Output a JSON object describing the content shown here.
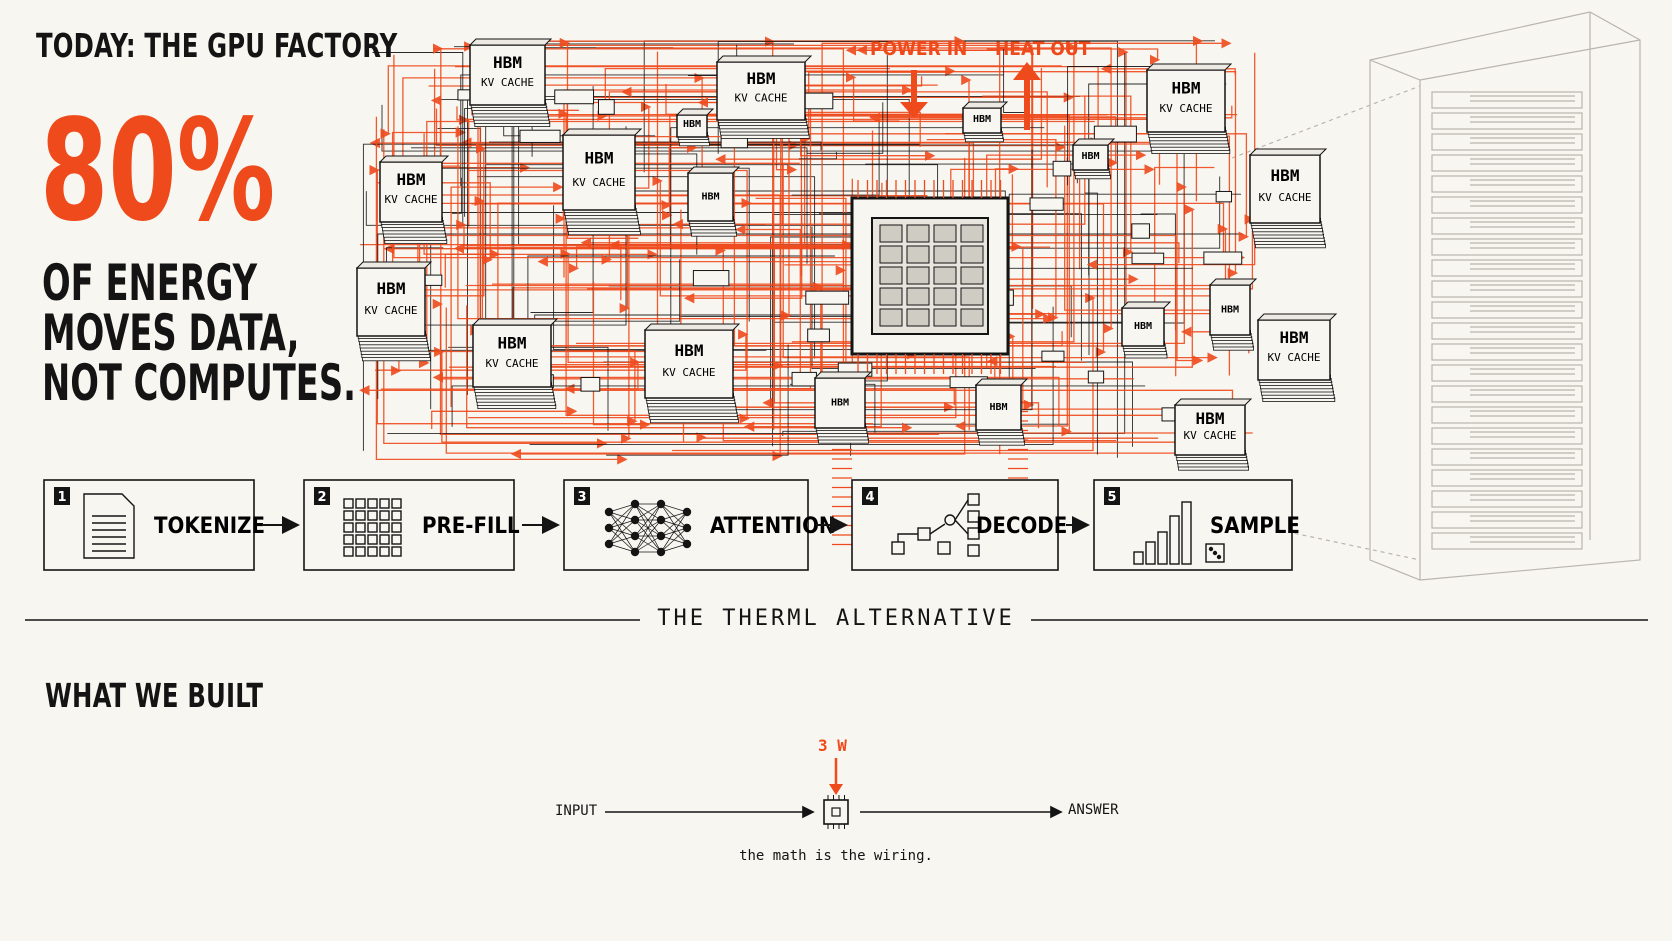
{
  "header": {
    "title": "TODAY: THE GPU FACTORY",
    "stat": "80%",
    "stat_lines": [
      "OF ENERGY",
      "MOVES DATA,",
      "NOT COMPUTES."
    ]
  },
  "diagram": {
    "power_label": "POWER IN",
    "heat_label": "HEAT OUT",
    "hbm_label": "HBM",
    "kv_label": "KV CACHE",
    "accent_color": "#ef4a1c"
  },
  "pipeline": {
    "steps": [
      {
        "num": "1",
        "label": "TOKENIZE",
        "icon": "document-icon"
      },
      {
        "num": "2",
        "label": "PRE-FILL",
        "icon": "grid-icon"
      },
      {
        "num": "3",
        "label": "ATTENTION",
        "icon": "network-icon"
      },
      {
        "num": "4",
        "label": "DECODE",
        "icon": "tree-icon"
      },
      {
        "num": "5",
        "label": "SAMPLE",
        "icon": "bars-dice-icon"
      }
    ]
  },
  "divider": {
    "label": "THE THERML ALTERNATIVE"
  },
  "built": {
    "title": "WHAT WE BUILT",
    "power": "3 W",
    "input": "INPUT",
    "output": "ANSWER",
    "caption": "the math is the wiring."
  }
}
